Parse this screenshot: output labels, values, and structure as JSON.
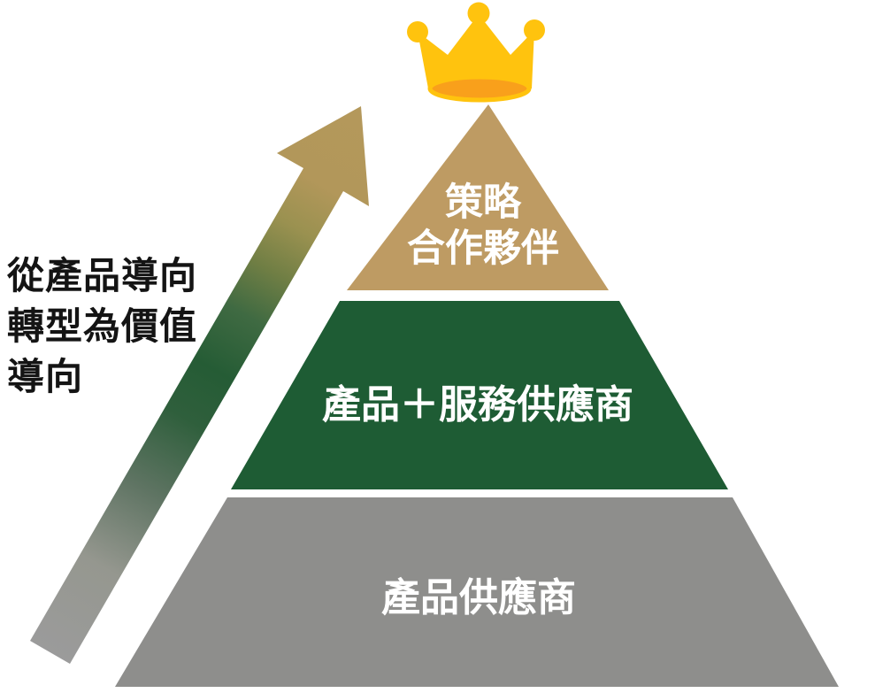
{
  "page": {
    "background_color": "#FFFFFF"
  },
  "side_note": {
    "lines": [
      "從產品導向",
      "轉型為價值",
      "導向"
    ],
    "color": "#141414"
  },
  "arrow": {
    "meaning": "transformation upward",
    "gradient_stops": [
      "#9B9B9B",
      "#95978F",
      "#5F7463",
      "#2F5F3C",
      "#255C35",
      "#3F6A42",
      "#6F7E44",
      "#9A9150",
      "#B2975A",
      "#B4985B"
    ]
  },
  "crown": {
    "body_color": "#FFC30E",
    "rim_color": "#F9A01B"
  },
  "pyramid": {
    "tiers": [
      {
        "id": "strategic-partner",
        "label_lines": [
          "策略",
          "合作夥伴"
        ],
        "color": "#BE9B63",
        "text_color": "#FFFFFF"
      },
      {
        "id": "product-service-provider",
        "label_lines": [
          "產品＋服務供應商"
        ],
        "color": "#1E5C34",
        "text_color": "#FFFFFF"
      },
      {
        "id": "product-supplier",
        "label_lines": [
          "產品供應商"
        ],
        "color": "#8E8E8C",
        "text_color": "#FFFFFF"
      }
    ]
  }
}
